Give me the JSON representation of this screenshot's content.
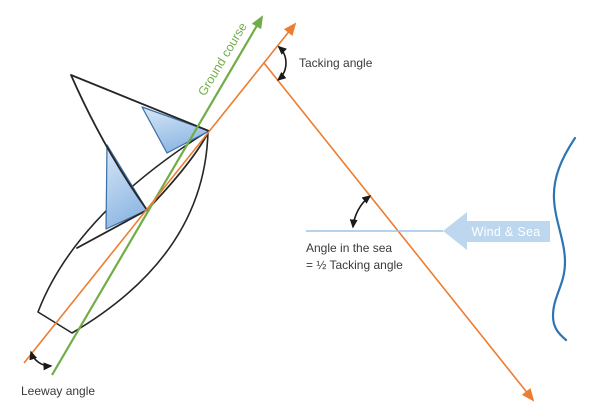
{
  "diagram": {
    "title": "Sailing tacking and leeway angles diagram",
    "labels": {
      "ground_course": "Ground course",
      "tacking_angle": "Tacking angle",
      "angle_in_sea_1": "Angle in the sea",
      "angle_in_sea_2": "= ½ Tacking angle",
      "wind_sea": "Wind & Sea",
      "leeway_angle": "Leeway angle"
    },
    "colors": {
      "ground_course_green": "#70AD47",
      "course_orange": "#ED7D31",
      "sea_line_blue": "#9DC3E6",
      "wind_arrow_fill": "#BDD7EE",
      "wind_arrow_text": "#FFFFFF",
      "wave_blue": "#2E75B6",
      "ink": "#262626",
      "label_text": "#3A3A3A",
      "sail_fill_light": "#D9E7F7",
      "sail_fill_dark": "#8FB8E4",
      "sail_stroke": "#3A6EA5"
    }
  }
}
